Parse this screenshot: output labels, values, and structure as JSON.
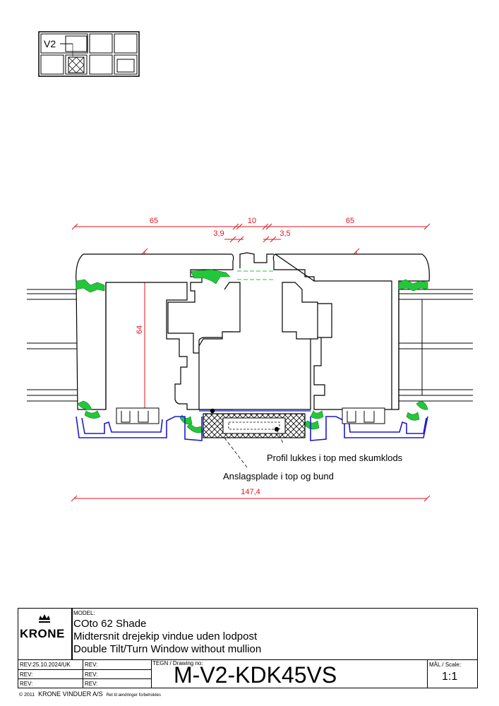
{
  "key_plan": {
    "label": "V2"
  },
  "dimensions": {
    "left_width": "65",
    "center_gap": "10",
    "right_width": "65",
    "left_offset": "3,9",
    "right_offset": "3,5",
    "left_height": "64",
    "right_height": "64",
    "total_width": "147,4"
  },
  "notes": {
    "foam": "Profil lukkes i top med skumklods",
    "stop_plate": "Anslagsplade i top og bund"
  },
  "title_block": {
    "model_label": "MODEL:",
    "model_name": "COto 62 Shade",
    "desc_dk": "Midtersnit drejekip vindue uden lodpost",
    "desc_en": "Double Tilt/Turn Window without mullion",
    "logo_text": "KRONE",
    "rev_rows": [
      {
        "left": "REV:25.10.2024/UK",
        "right": "REV:"
      },
      {
        "left": "REV:",
        "right": "REV:"
      },
      {
        "left": "REV:",
        "right": "REV:"
      }
    ],
    "drawing_label": "TEGN / Drawing no:",
    "drawing_number": "M-V2-KDK45VS",
    "scale_label": "MÅL / Scale:",
    "scale_value": "1:1",
    "copyright": "© 2011",
    "company": "KRONE VINDUER A/S",
    "disclaimer": "Ret til ændringer forbeholdes"
  },
  "colors": {
    "dimension": "#e0141e",
    "gasket": "#22c83a",
    "aluminium": "#1a1ad0",
    "outline": "#000000"
  }
}
